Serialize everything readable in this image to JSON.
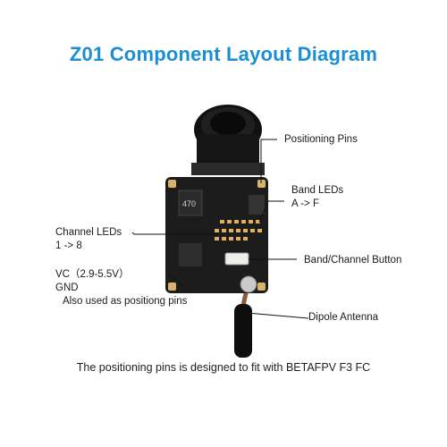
{
  "title": "Z01 Component Layout Diagram",
  "labels": {
    "positioning_pins": "Positioning Pins",
    "band_leds": "Band LEDs",
    "band_leds_range": "A ->  F",
    "channel_leds": "Channel LEDs",
    "channel_leds_range": "1 -> 8",
    "band_channel_button": "Band/Channel Button",
    "vc": "VC（2.9-5.5V）",
    "gnd": "GND",
    "also_used": "Also used as positiong pins",
    "dipole_antenna": "Dipole Antenna"
  },
  "board_text": {
    "inductor_marking": "470"
  },
  "caption": "The positioning pins is designed to fit with BETAFPV F3 FC",
  "colors": {
    "title": "#1a8fd6",
    "pcb": "#1c1c1c",
    "leader_line": "#111111",
    "pad": "#d8b46a"
  }
}
